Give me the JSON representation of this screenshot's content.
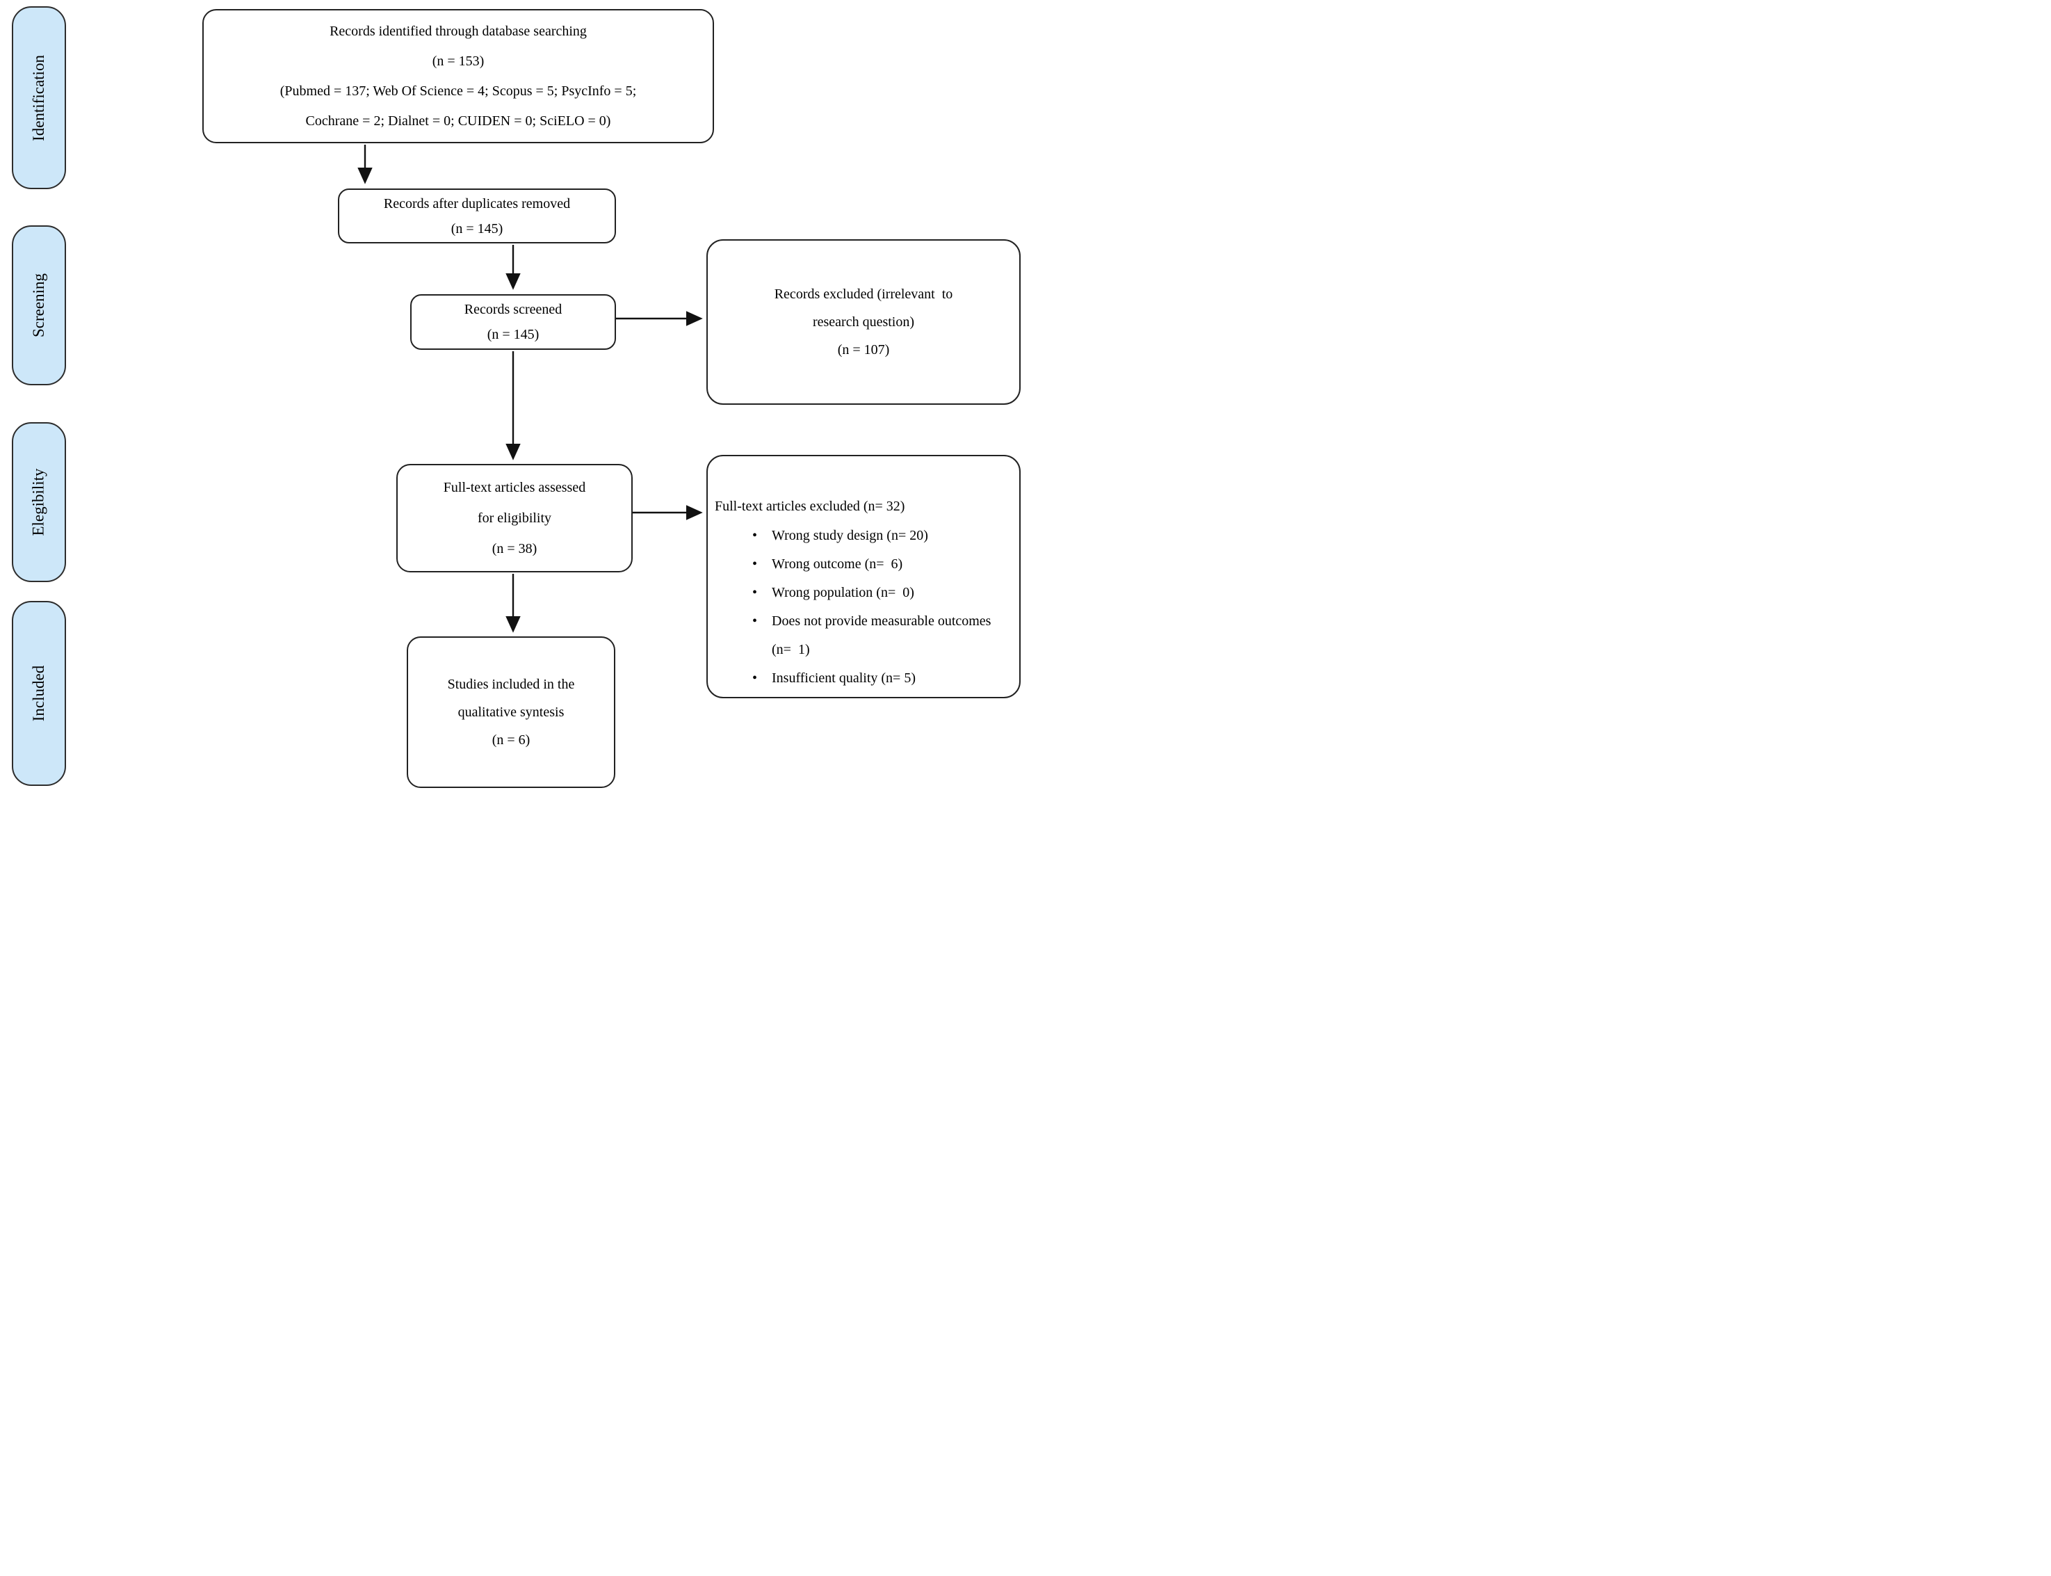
{
  "figure": {
    "kind": "PRISMA flow diagram",
    "colors": {
      "stage_fill": "#cde7f9",
      "stage_border": "#2d2d2d",
      "box_fill": "#ffffff",
      "box_border": "#222222",
      "arrow": "#111111",
      "text": "#000000"
    }
  },
  "stages": [
    {
      "label": "Identification"
    },
    {
      "label": "Screening"
    },
    {
      "label": "Elegibility"
    },
    {
      "label": "Included"
    }
  ],
  "boxes": {
    "identified": {
      "lines": [
        "Records identified through database searching",
        "(n = 153)",
        "(Pubmed = 137; Web Of Science = 4; Scopus = 5; PsycInfo = 5;",
        "Cochrane = 2; Dialnet = 0; CUIDEN = 0; SciELO = 0)"
      ]
    },
    "duplicates": {
      "lines": [
        "Records after duplicates removed",
        "(n = 145)"
      ]
    },
    "screened": {
      "lines": [
        "Records screened",
        "(n = 145)"
      ]
    },
    "excluded_screening": {
      "lines": [
        "Records excluded (irrelevant  to",
        "research question)",
        "(n = 107)"
      ]
    },
    "fulltext": {
      "lines": [
        "Full-text articles assessed",
        "for eligibility",
        "(n = 38)"
      ]
    },
    "excluded_fulltext": {
      "title": "Full-text articles excluded (n= 32)",
      "bullets": [
        "Wrong study design (n= 20)",
        "Wrong outcome (n=  6)",
        "Wrong population (n=  0)",
        "Does not provide measurable outcomes (n=  1)",
        "Insufficient quality (n= 5)"
      ]
    },
    "included_studies": {
      "lines": [
        "Studies included in the",
        "qualitative syntesis",
        "(n = 6)"
      ]
    }
  }
}
